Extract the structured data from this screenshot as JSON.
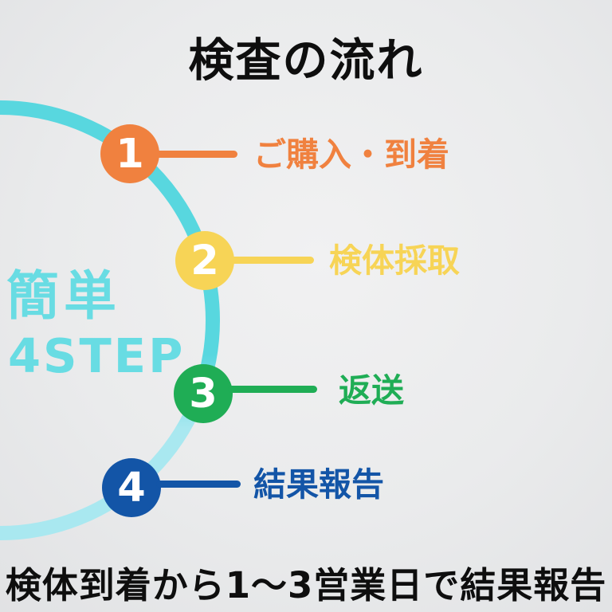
{
  "title": "検査の流れ",
  "badge": {
    "line1": "簡単",
    "line2": "4STEP",
    "color": "#68DCE3"
  },
  "steps": [
    {
      "number": "1",
      "label": "ご購入・到着",
      "color": "#F0813F"
    },
    {
      "number": "2",
      "label": "検体採取",
      "color": "#F7D456"
    },
    {
      "number": "3",
      "label": "返送",
      "color": "#1FAD55"
    },
    {
      "number": "4",
      "label": "結果報告",
      "color": "#1355A7"
    }
  ],
  "arc": {
    "color_top": "#58D7DF",
    "color_bottom": "#A9E8F0"
  },
  "footer": "検体到着から1〜3営業日で結果報告"
}
